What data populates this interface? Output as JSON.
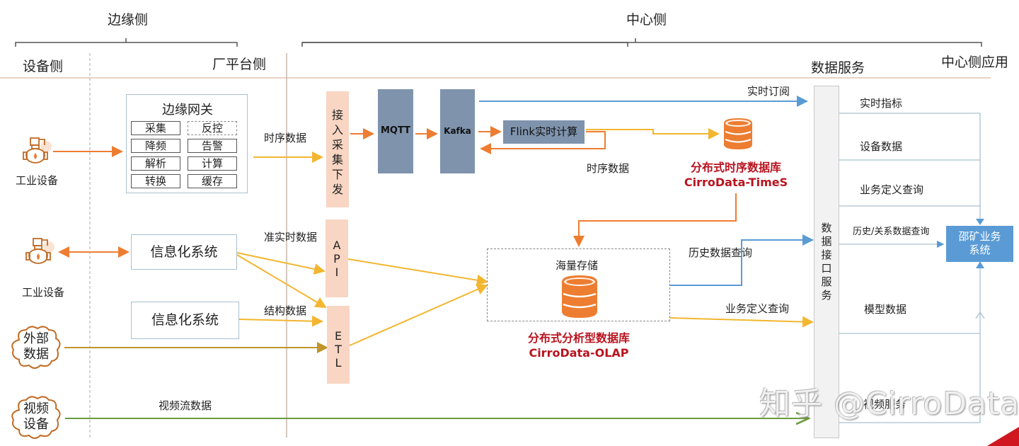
{
  "header": {
    "edge_side": "边缘侧",
    "center_side": "中心侧",
    "device_side": "设备侧",
    "factory_platform_side": "厂平台侧",
    "data_service": "数据服务",
    "center_app": "中心侧应用"
  },
  "devices": {
    "industrial_device_1": "工业设备",
    "industrial_device_2": "工业设备",
    "external_data": "外部\n数据",
    "external_data_lines": [
      "外部",
      "数据"
    ],
    "video_device_lines": [
      "视频",
      "设备"
    ]
  },
  "edge_gateway": {
    "title": "边缘网关",
    "items": [
      {
        "label": "采集",
        "style": "solid"
      },
      {
        "label": "反控",
        "style": "dashed"
      },
      {
        "label": "降频",
        "style": "solid"
      },
      {
        "label": "告警",
        "style": "solid"
      },
      {
        "label": "解析",
        "style": "solid"
      },
      {
        "label": "计算",
        "style": "solid"
      },
      {
        "label": "转换",
        "style": "solid"
      },
      {
        "label": "缓存",
        "style": "solid"
      }
    ]
  },
  "info_systems": [
    "信息化系统",
    "信息化系统"
  ],
  "flow_labels": {
    "time_series_data": "时序数据",
    "near_realtime_data": "准实时数据",
    "structured_data": "结构数据",
    "video_stream_data": "视频流数据",
    "realtime_subscribe": "实时订阅",
    "time_series_data_2": "时序数据",
    "history_query": "历史数据查询",
    "business_query": "业务定义查询"
  },
  "ingest": {
    "access_collect_lines": [
      "接",
      "入",
      "采",
      "集",
      "下",
      "发"
    ],
    "api_lines": [
      "A",
      "P",
      "I"
    ],
    "etl_lines": [
      "E",
      "T",
      "L"
    ]
  },
  "stream": {
    "mqtt": "MQTT",
    "kafka": "Kafka",
    "flink": "Flink实时计算"
  },
  "databases": {
    "timeseries": {
      "title": "分布式时序数据库",
      "name": "CirroData-TimeS"
    },
    "olap": {
      "storage_label": "海量存储",
      "title": "分布式分析型数据库",
      "name": "CirroData-OLAP"
    }
  },
  "data_interface": {
    "lines": [
      "数",
      "据",
      "接",
      "口",
      "服",
      "务"
    ]
  },
  "services": [
    "实时指标",
    "设备数据",
    "业务定义查询",
    "历史/关系数据查询",
    "模型数据",
    "视频服务"
  ],
  "app": {
    "lines": [
      "邵矿业务",
      "系统"
    ]
  },
  "watermark": "知乎 @CirroData",
  "colors": {
    "orange": "#ed7d31",
    "yellow": "#f2b630",
    "olive": "#c0952a",
    "green": "#6a9b3c",
    "blue": "#5b9bd5",
    "slate": "#7f93ad",
    "peach": "#f8d6c3",
    "red_text": "#b8141f",
    "app_blue": "#5b9bd5"
  }
}
